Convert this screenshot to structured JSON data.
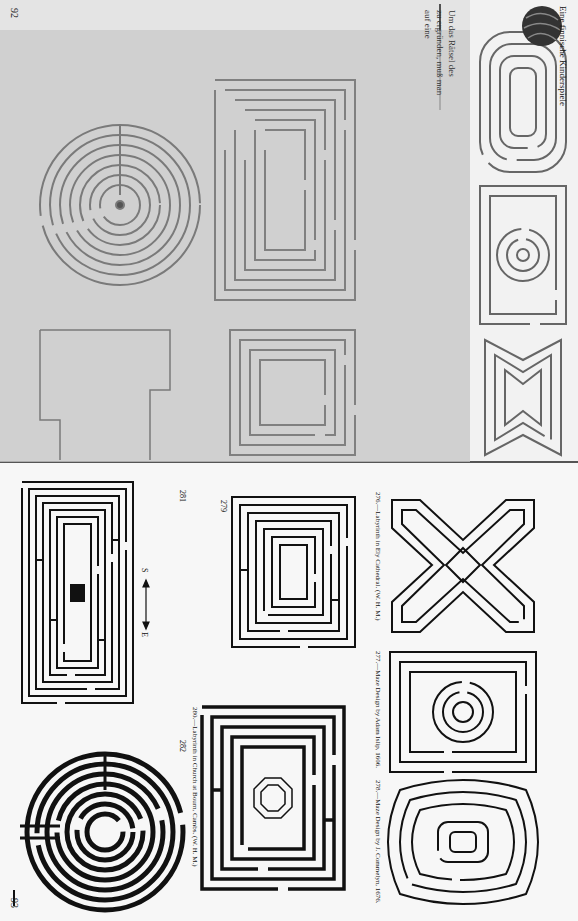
{
  "diagram": {
    "labels": [
      "92",
      "Eine finnische Kinderspiele",
      "Um das Rätsel des",
      "zu ergründen, muß man",
      "auf eine",
      "276.—Labyrinth in Ely Cathedral. (W. H. M.)",
      "277.—Maze Design by Adam Islip, 1606.",
      "278.—Maze Design by J. Commelyn, 1676.",
      "279",
      "280.—Labyrinth in Church at Bourn, Cambs. (W. H. M.)",
      "281",
      "282",
      "S",
      "E",
      "93"
    ]
  }
}
